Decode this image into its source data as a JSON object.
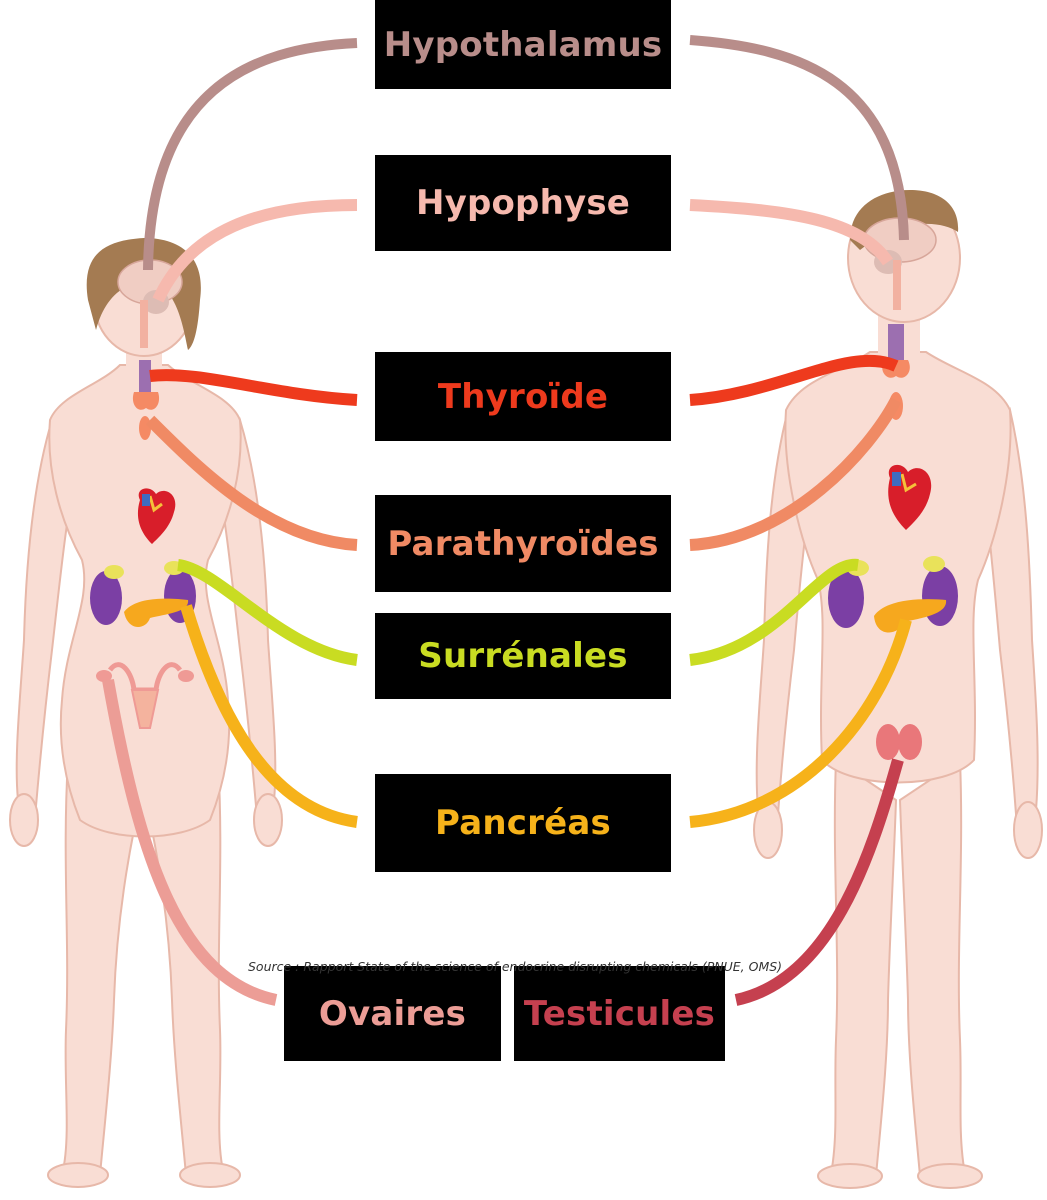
{
  "labels": {
    "hypothalamus": {
      "text": "Hypothalamus",
      "color": "#b88d8a"
    },
    "hypophyse": {
      "text": "Hypophyse",
      "color": "#f6b9ae"
    },
    "thyroide": {
      "text": "Thyroïde",
      "color": "#ee3a1d"
    },
    "parathyroides": {
      "text": "Parathyroïdes",
      "color": "#f08a64"
    },
    "surrenales": {
      "text": "Surrénales",
      "color": "#c9dc22"
    },
    "pancreas": {
      "text": "Pancréas",
      "color": "#f6b21a"
    },
    "ovaires": {
      "text": "Ovaires",
      "color": "#ec9d96"
    },
    "testicules": {
      "text": "Testicules",
      "color": "#c5404f"
    }
  },
  "source": "Source : Rapport State of the science of endocrine disrupting chemicals (PNUE, OMS)",
  "colors": {
    "skin": "#f9ddd4",
    "skin_outline": "#e7b8a9",
    "hair": "#a47b52",
    "brain": "#f0cdc3",
    "thyroid_gland": "#f58a64",
    "trachea": "#9c6fb0",
    "kidney": "#7b3fa4",
    "adrenal": "#e9e25a",
    "pancreas_organ": "#f6a81e",
    "heart": "#d81e2a"
  }
}
